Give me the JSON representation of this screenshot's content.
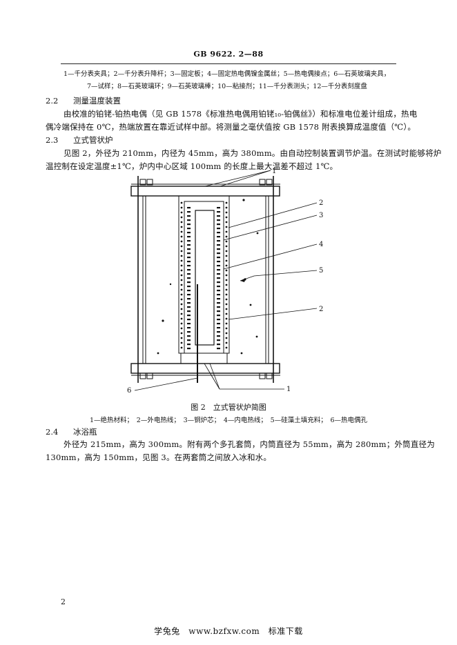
{
  "header": {
    "code": "GB 9622. 2—88"
  },
  "legend_top": {
    "line1": "1—千分表夹具；2—千分表升降杆；3—固定板；4—固定热电偶镍金属丝；5—热电偶接点；6—石英玻璃夹具，",
    "line2": "7—试样；8—石英玻璃环；9—石英玻璃棒；10—粘接剂；11—千分表测头；12—千分表刻度盘"
  },
  "section_2_2": {
    "number": "2.2",
    "title": "测量温度装置",
    "para_line1": "由校准的铂铑-铂热电偶（见 GB 1578《标准热电偶用铂铑₁₀-铂偶丝》）和标准电位差计组成，热电",
    "para_line2": "偶冷端保持在 0℃，热端放置在靠近试样中部。将测量之毫伏值按 GB 1578 附表换算成温度值（℃）。"
  },
  "section_2_3": {
    "number": "2.3",
    "title": "立式管状炉",
    "para_line1": "见图 2，外径为 210mm，内径为 45mm，高为 380mm。由自动控制装置调节炉温。在测试时能够将炉",
    "para_line2": "温控制在设定温度±1℃，炉内中心区域 100mm 的长度上最大温差不超过 1℃。"
  },
  "figure": {
    "callouts": [
      "1",
      "2",
      "3",
      "4",
      "5",
      "2",
      "1",
      "6"
    ],
    "caption": "图 2　立式管状炉简图",
    "legend": "1—绝热材料；　2—外电热线；　3—铜炉芯；　4—内电热线；　5—硅藻土填充料；　6—热电偶孔"
  },
  "section_2_4": {
    "number": "2.4",
    "title": "冰浴瓶",
    "para_line1": "外径为 215mm，高为 300mm。附有两个多孔套筒，内筒直径为 55mm，高为 280mm；外筒直径为",
    "para_line2": "130mm，高为 150mm，见图 3。在两套筒之间放入冰和水。"
  },
  "page_number": "2",
  "footer": {
    "text": "学兔兔　www.bzfxw.com　标准下载"
  }
}
